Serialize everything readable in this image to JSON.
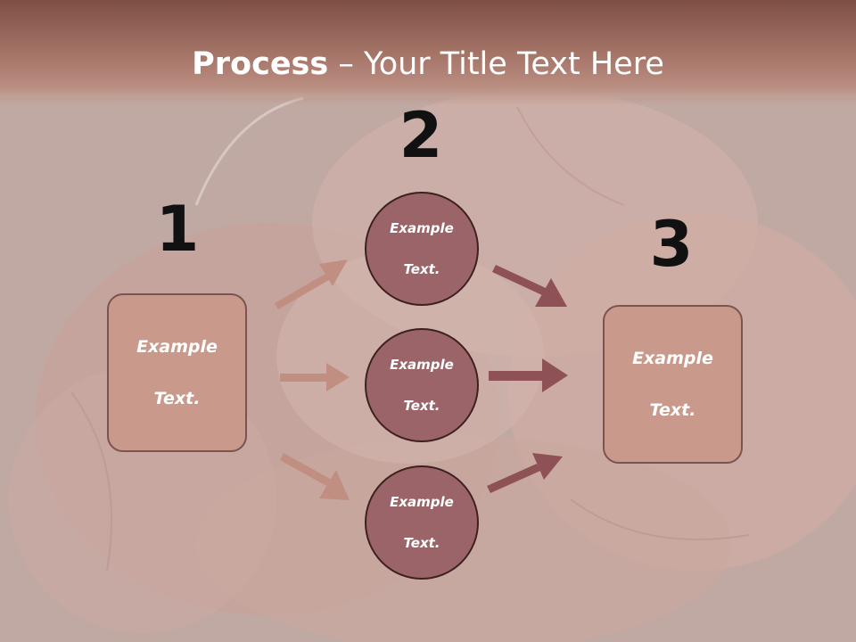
{
  "title": {
    "bold": "Process",
    "rest": " – Your Title Text Here"
  },
  "steps": {
    "n1": "1",
    "n2": "2",
    "n3": "3"
  },
  "left_box": {
    "line1": "Example",
    "line2": "Text."
  },
  "right_box": {
    "line1": "Example",
    "line2": "Text."
  },
  "circles": [
    {
      "line1": "Example",
      "line2": "Text."
    },
    {
      "line1": "Example",
      "line2": "Text."
    },
    {
      "line1": "Example",
      "line2": "Text."
    }
  ],
  "colors": {
    "title_band": "#7e4f45",
    "box_fill": "#c99a8c",
    "circle_fill": "#9b6468",
    "arrow_light": "#c08f82",
    "arrow_dark": "#8e5256"
  }
}
